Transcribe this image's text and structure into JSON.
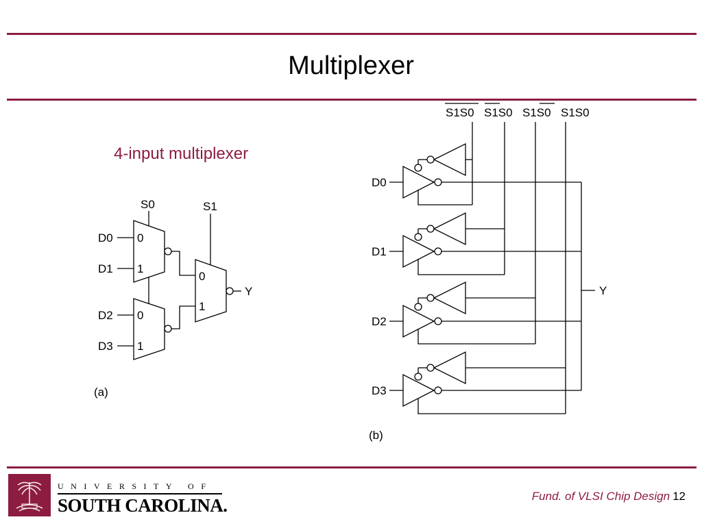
{
  "slide": {
    "title": "Multiplexer",
    "subtitle": "4-input multiplexer"
  },
  "diagram_a": {
    "caption": "(a)",
    "select_labels": [
      "S0",
      "S1"
    ],
    "inputs": [
      "D0",
      "D1",
      "D2",
      "D3"
    ],
    "mux_pin_labels": [
      "0",
      "1",
      "0",
      "1",
      "0",
      "1"
    ],
    "output": "Y"
  },
  "diagram_b": {
    "caption": "(b)",
    "select_labels": [
      "S1S0",
      "S1S0",
      "S1S0",
      "S1S0"
    ],
    "inputs": [
      "D0",
      "D1",
      "D2",
      "D3"
    ],
    "output": "Y"
  },
  "footer": {
    "university_top": "UNIVERSITY OF",
    "university_name": "SOUTH CAROLINA.",
    "course": "Fund. of VLSI Chip Design",
    "page_number": "12"
  },
  "colors": {
    "accent": "#8c1d40"
  }
}
